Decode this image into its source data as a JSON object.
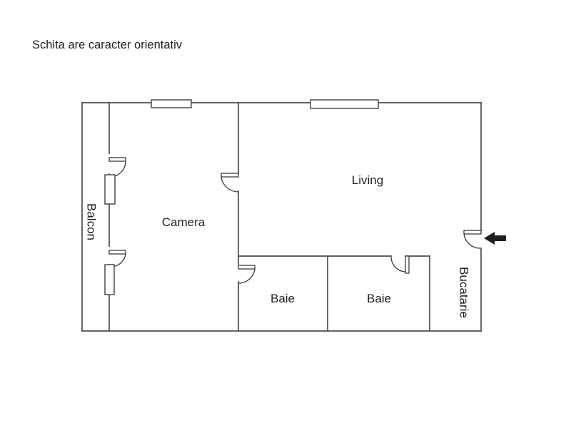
{
  "title": "Schita are caracter orientativ",
  "floorplan": {
    "rooms": {
      "balcon": {
        "label": "Balcon"
      },
      "camera": {
        "label": "Camera"
      },
      "living": {
        "label": "Living"
      },
      "baie1": {
        "label": "Baie"
      },
      "baie2": {
        "label": "Baie"
      },
      "bucatarie": {
        "label": "Bucatarie"
      }
    },
    "entrance": {
      "icon": "left-arrow",
      "meaning": "entrance direction"
    },
    "colors": {
      "wall": "#4d4d4d",
      "door": "#3a3a3a",
      "text": "#231f20",
      "arrow": "#1f1f1f",
      "background": "#ffffff"
    }
  }
}
